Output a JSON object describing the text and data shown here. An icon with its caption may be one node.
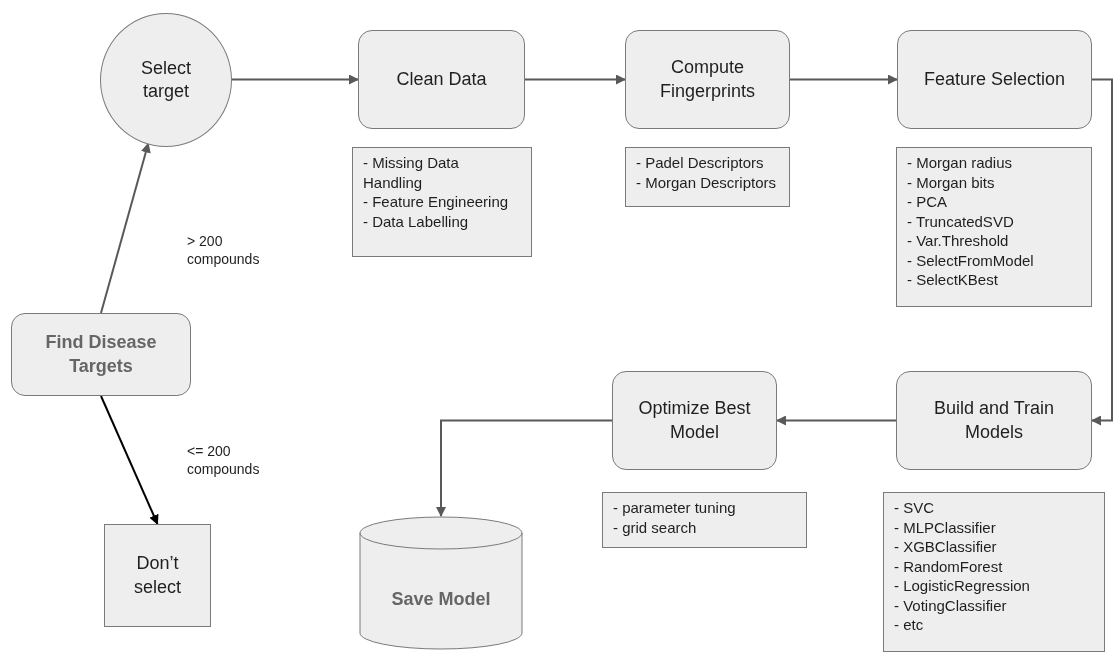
{
  "diagram": {
    "nodes": [
      {
        "text": [
          "Select target"
        ]
      },
      {
        "text": [
          "Clean Data"
        ]
      },
      {
        "text": [
          "- Missing Data Handling",
          "- Feature Engineering",
          "- Data Labelling"
        ]
      },
      {
        "text": [
          "Compute Fingerprints"
        ]
      },
      {
        "text": [
          "- Padel Descriptors",
          "- Morgan Descriptors"
        ]
      },
      {
        "text": [
          "Feature Selection"
        ]
      },
      {
        "text": [
          "- Morgan radius",
          "- Morgan bits",
          "- PCA",
          "- TruncatedSVD",
          "- Var.Threshold",
          "- SelectFromModel",
          "- SelectKBest"
        ]
      },
      {
        "text": [
          "Find Disease Targets"
        ]
      },
      {
        "text": [
          "Optimize Best Model"
        ]
      },
      {
        "text": [
          "Build and Train Models"
        ]
      },
      {
        "text": [
          "- parameter tuning",
          "- grid search"
        ]
      },
      {
        "text": [
          "- SVC",
          "- MLPClassifier",
          "- XGBClassifier",
          "- RandomForest",
          "- LogisticRegression",
          "- VotingClassifier",
          "- etc"
        ]
      },
      {
        "text": [
          "Don’t select"
        ]
      },
      {
        "text": [
          "Save Model"
        ]
      }
    ],
    "edges": [
      {
        "from": 0,
        "to": 1,
        "arrow": "to"
      },
      {
        "from": 1,
        "to": 3,
        "arrow": "to"
      },
      {
        "from": 3,
        "to": 5,
        "arrow": "to"
      },
      {
        "from": 5,
        "to": 9,
        "arrow": "to"
      },
      {
        "from": 9,
        "to": 8,
        "arrow": "to"
      },
      {
        "from": 8,
        "to": 13,
        "arrow": "to"
      },
      {
        "from": 7,
        "to": 0,
        "arrow": "to",
        "label": "> 200 compounds"
      },
      {
        "from": 7,
        "to": 12,
        "arrow": "to",
        "label": "<= 200 compounds",
        "color": "#000000"
      }
    ]
  }
}
